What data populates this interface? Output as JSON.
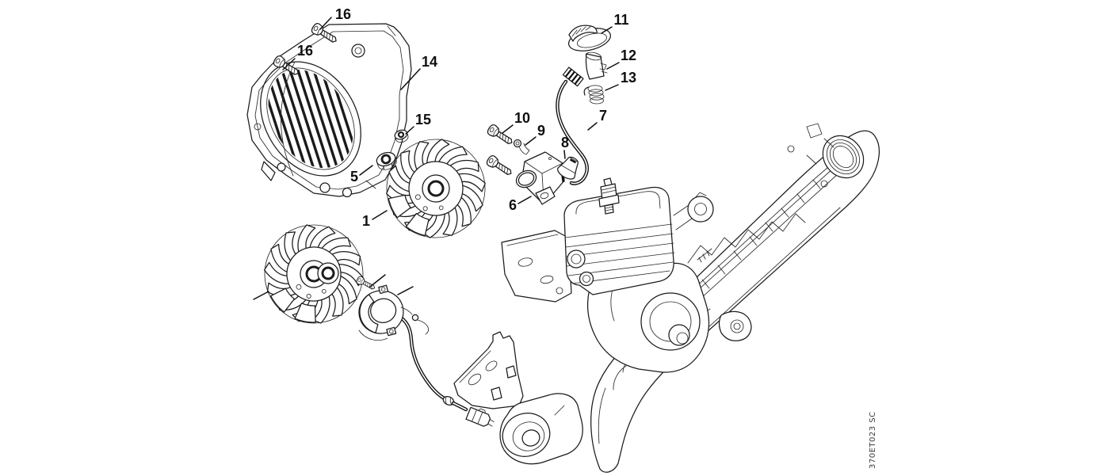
{
  "callouts": {
    "c16a": "16",
    "c16b": "16",
    "c14": "14",
    "c15": "15",
    "c5": "5",
    "c1": "1",
    "c6": "6",
    "c10": "10",
    "c9": "9",
    "c8": "8",
    "c7": "7",
    "c11": "11",
    "c12": "12",
    "c13": "13"
  },
  "footer": {
    "drawing_code": "370ET023 SC"
  },
  "colors": {
    "line": "#1b1b1b",
    "background": "#ffffff"
  }
}
